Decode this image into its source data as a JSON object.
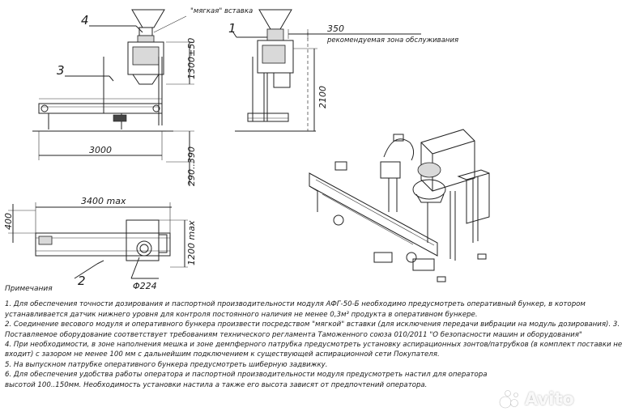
{
  "labels": {
    "soft_insert": "\"мягкая\" вставка",
    "service_zone": "рекомендуемая зона обслуживания"
  },
  "callouts": {
    "c1": "1",
    "c2": "2",
    "c3": "3",
    "c4": "4"
  },
  "dimensions": {
    "d350": "350",
    "d1300": "1300±50",
    "d2100": "2100",
    "d3000": "3000",
    "d290_390": "290..390",
    "d3400": "3400 max",
    "d400": "400",
    "d1200": "1200 max",
    "d224": "Φ224"
  },
  "notes": {
    "title": "Примечания",
    "items": [
      "1.  Для обеспечения точности дозирования и паспортной производительности модуля АФГ-50-Б необходимо предусмотреть оперативный бункер, в котором",
      "устанавливается  датчик нижнего уровня  для контроля постоянного наличия не менее 0,3м³  продукта в оперативном бункере.",
      "2. Соединение весового модуля и оперативного бункера произвести посредством \"мягкой\" вставки (для исключения передачи вибрации на модуль дозирования). 3.",
      "Поставляемое оборудование соответствует требованиям технического регламента Таможенного союза  010/2011 \"О безопасности машин и оборудования\"",
      "4. При необходимости, в зоне наполнения мешка и зоне демпферного патрубка  предусмотреть установку аспирационных зонтов/патрубков (в комплект поставки не",
      "входит) с зазором не менее   100 мм с дальнейшим подключением  к существующей аспирационной сети Покупателя.",
      "5. На выпускном патрубке оперативного бункера предусмотреть шиберную задвижку.",
      "6. Для обеспечения удобства работы оператора и паспортной производительности модуля предусмотреть настил для оператора",
      "высотой 100..150мм. Необходимость установки настила а также его высота зависят от предпочтений оператора."
    ]
  },
  "watermark": {
    "text": "Avito"
  }
}
